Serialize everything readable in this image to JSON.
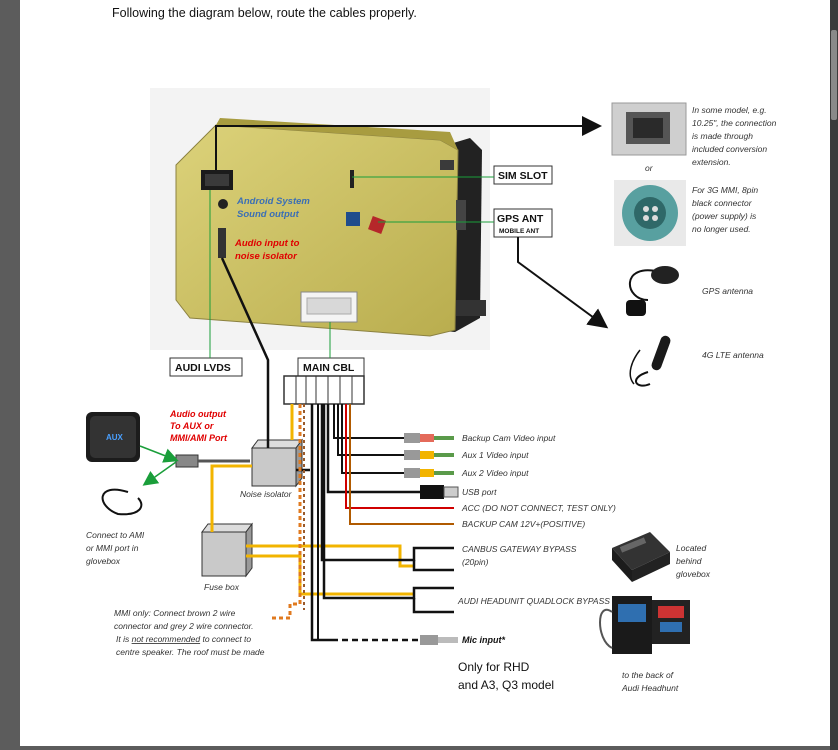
{
  "header": {
    "instruction": "Following the diagram below, route the cables properly."
  },
  "unit": {
    "android_sound": [
      "Android System",
      "Sound output"
    ],
    "audio_input": [
      "Audio input to",
      "noise isolator"
    ]
  },
  "labels": {
    "sim_slot": "SIM SLOT",
    "gps_ant": "GPS ANT",
    "mobile_ant": "MOBILE ANT",
    "audi_lvds": "AUDI LVDS",
    "main_cbl": "MAIN CBL",
    "noise_isolator": "Noise isolator",
    "fuse_box": "Fuse box"
  },
  "right_notes": {
    "model_note": [
      "In some model, e.g.",
      "10.25\", the connection",
      "is made through",
      "included conversion",
      "extension."
    ],
    "or": "or",
    "mmi_note": [
      "For 3G MMI, 8pin",
      "black connector",
      "(power supply) is",
      "no longer used."
    ],
    "gps_antenna": "GPS antenna",
    "lte_antenna": "4G LTE antenna"
  },
  "left_notes": {
    "audio_output": [
      "Audio output",
      "To AUX or",
      "MMI/AMI Port"
    ],
    "aux_box": "AUX",
    "connect_ami": [
      "Connect to AMI",
      "or MMI port in",
      "glovebox"
    ]
  },
  "cables": {
    "backup_cam_video": "Backup Cam Video input",
    "aux1_video": "Aux 1 Video input",
    "aux2_video": "Aux 2 Video input",
    "usb_port": "USB port",
    "acc": "ACC (DO NOT CONNECT, TEST ONLY)",
    "backup_cam_12v": "BACKUP CAM 12V+(POSITIVE)",
    "canbus": [
      "CANBUS GATEWAY BYPASS",
      "(20pin)"
    ],
    "quadlock": "AUDI HEADUNIT QUADLOCK BYPASS",
    "mic_input": "Mic input*"
  },
  "bottom_notes": {
    "mmi_only": [
      "MMI only: Connect brown 2 wire",
      "connector and grey 2 wire connector.",
      "It is ",
      "not recommended",
      " to connect to",
      "centre speaker. The roof must be made"
    ],
    "rhd": [
      "Only for RHD",
      "and A3, Q3 model"
    ],
    "located": [
      "Located",
      "behind",
      "glovebox"
    ],
    "headunit": [
      "to the back of",
      "Audi Headhunt"
    ]
  },
  "colors": {
    "label_blue": "#3b6fb5",
    "label_red": "#e00000",
    "unit_body": "#d2c563",
    "yellow_wire": "#f2b400",
    "red_wire": "#d00000",
    "orange_dash": "#e07a1f"
  }
}
